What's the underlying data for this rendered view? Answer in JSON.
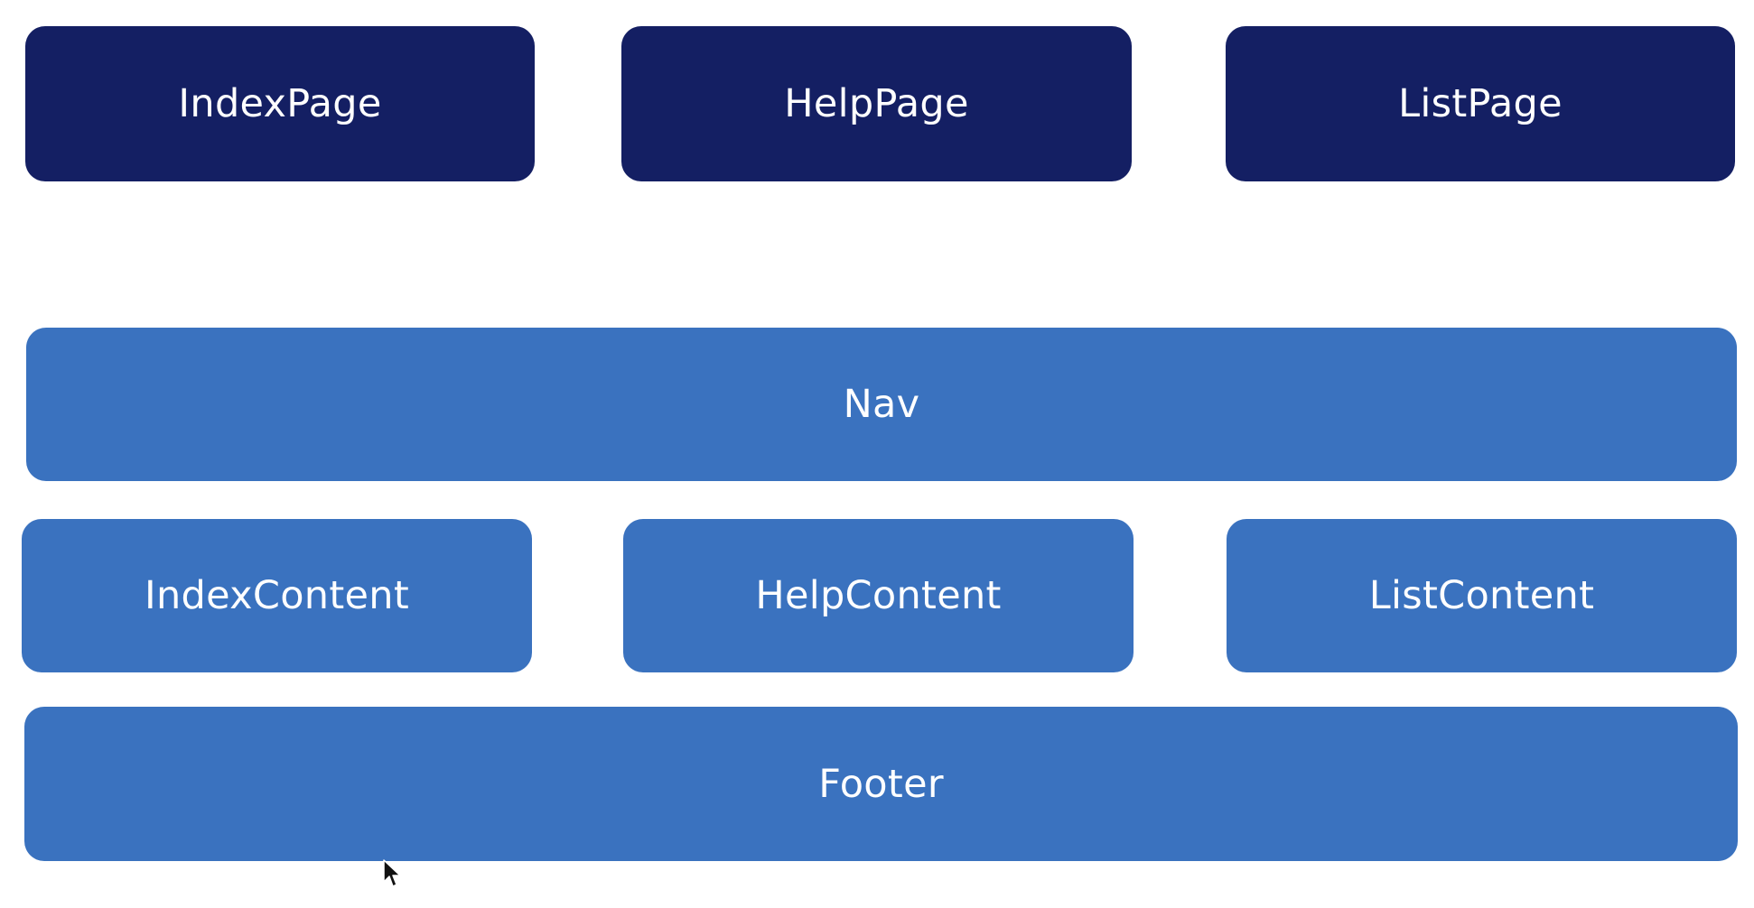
{
  "colors": {
    "page_box": "#141f63",
    "component_box": "#3a72bf",
    "text": "#ffffff",
    "background": "#ffffff"
  },
  "pages": [
    {
      "label": "IndexPage"
    },
    {
      "label": "HelpPage"
    },
    {
      "label": "ListPage"
    }
  ],
  "nav": {
    "label": "Nav"
  },
  "contents": [
    {
      "label": "IndexContent"
    },
    {
      "label": "HelpContent"
    },
    {
      "label": "ListContent"
    }
  ],
  "footer": {
    "label": "Footer"
  },
  "cursor": {
    "icon": "mouse-pointer-icon"
  }
}
